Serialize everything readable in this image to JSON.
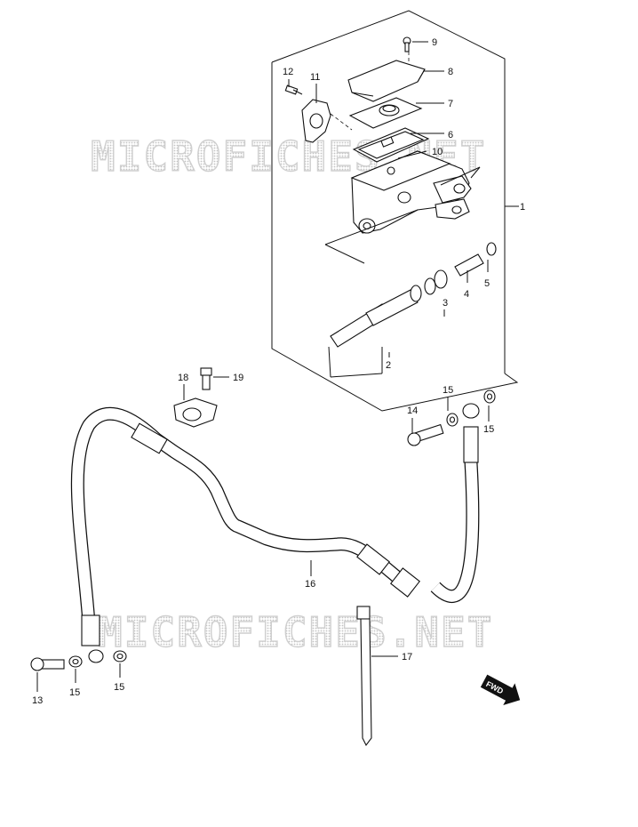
{
  "watermark": {
    "top": "MICROFICHES.NET",
    "bottom": "MICROFICHES.NET"
  },
  "fwd_badge": "FWD",
  "callouts": [
    {
      "id": "c1",
      "label": "1"
    },
    {
      "id": "c2",
      "label": "2"
    },
    {
      "id": "c3",
      "label": "3"
    },
    {
      "id": "c4",
      "label": "4"
    },
    {
      "id": "c5",
      "label": "5"
    },
    {
      "id": "c6",
      "label": "6"
    },
    {
      "id": "c7",
      "label": "7"
    },
    {
      "id": "c8",
      "label": "8"
    },
    {
      "id": "c9",
      "label": "9"
    },
    {
      "id": "c10",
      "label": "10"
    },
    {
      "id": "c11",
      "label": "11"
    },
    {
      "id": "c12",
      "label": "12"
    },
    {
      "id": "c13",
      "label": "13"
    },
    {
      "id": "c14",
      "label": "14"
    },
    {
      "id": "c15a",
      "label": "15"
    },
    {
      "id": "c15b",
      "label": "15"
    },
    {
      "id": "c15c",
      "label": "15"
    },
    {
      "id": "c15d",
      "label": "15"
    },
    {
      "id": "c16",
      "label": "16"
    },
    {
      "id": "c17",
      "label": "17"
    },
    {
      "id": "c18",
      "label": "18"
    },
    {
      "id": "c19",
      "label": "19"
    }
  ]
}
